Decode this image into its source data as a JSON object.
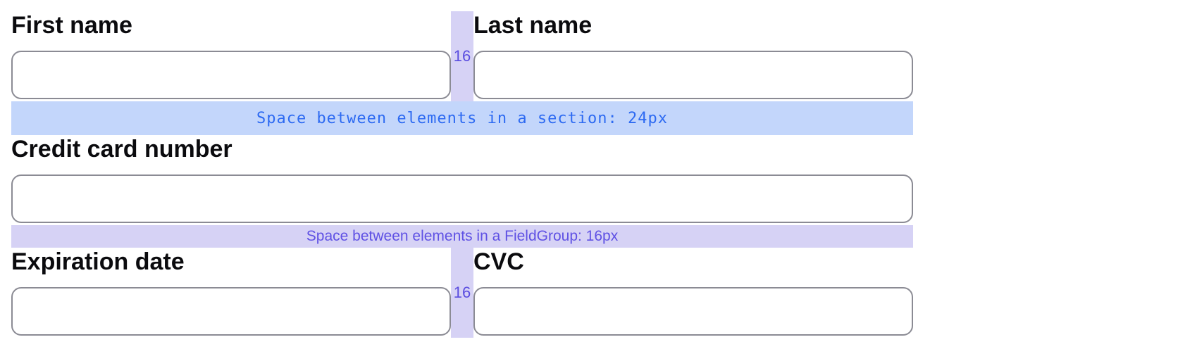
{
  "colors": {
    "section_bar_bg": "#c3d6fb",
    "section_bar_text": "#2d6af2",
    "group_bar_bg": "#d6d2f5",
    "group_bar_text": "#5f51e4",
    "gap_bar_bg": "#d6d2f5",
    "gap_bar_text": "#5a4de0",
    "input_border": "#8b8b94",
    "label_text": "#0b0b0e",
    "page_bg": "#ffffff"
  },
  "form": {
    "row1": {
      "fields": [
        {
          "label": "First name",
          "value": ""
        },
        {
          "label": "Last name",
          "value": ""
        }
      ],
      "gap_label": "16"
    },
    "section_spacer": {
      "label": "Space between elements in a section: 24px"
    },
    "row2": {
      "fields": [
        {
          "label": "Credit card number",
          "value": ""
        }
      ]
    },
    "group_spacer": {
      "label": "Space between elements in a FieldGroup: 16px"
    },
    "row3": {
      "fields": [
        {
          "label": "Expiration date",
          "value": ""
        },
        {
          "label": "CVC",
          "value": ""
        }
      ],
      "gap_label": "16"
    }
  }
}
